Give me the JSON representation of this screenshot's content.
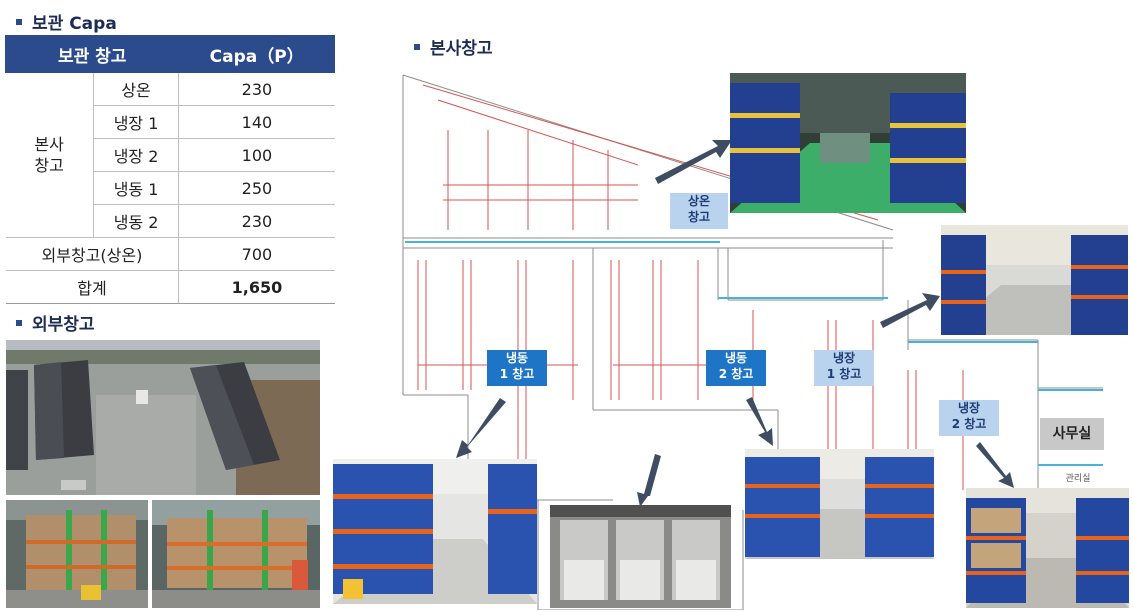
{
  "sections": {
    "capa_title": "보관 Capa",
    "external_title": "외부창고",
    "hq_title": "본사창고"
  },
  "table": {
    "headers": [
      "보관 창고",
      "Capa（P）"
    ],
    "hq_group": "본사\n창고",
    "hq_rows": [
      {
        "name": "상온",
        "capa": "230"
      },
      {
        "name": "냉장 1",
        "capa": "140"
      },
      {
        "name": "냉장 2",
        "capa": "100"
      },
      {
        "name": "냉동 1",
        "capa": "250"
      },
      {
        "name": "냉동 2",
        "capa": "230"
      }
    ],
    "external": {
      "name": "외부창고(상온)",
      "capa": "700"
    },
    "total": {
      "name": "합계",
      "capa": "1,650"
    }
  },
  "plan_labels": {
    "room_temp": "상온\n창고",
    "frozen1": "냉동\n1 창고",
    "frozen2": "냉동\n2 창고",
    "cold1": "냉장\n1 창고",
    "cold2": "냉장\n2 창고",
    "office": "사무실",
    "mgmt": "관리실"
  },
  "colors": {
    "header_blue": "#2b4b8d",
    "label_blue": "#1e74c5",
    "label_light": "#b9d3ef",
    "rack_blue": "#1e4fa8",
    "rack_orange": "#e8641c",
    "plan_red": "#d9534f"
  }
}
